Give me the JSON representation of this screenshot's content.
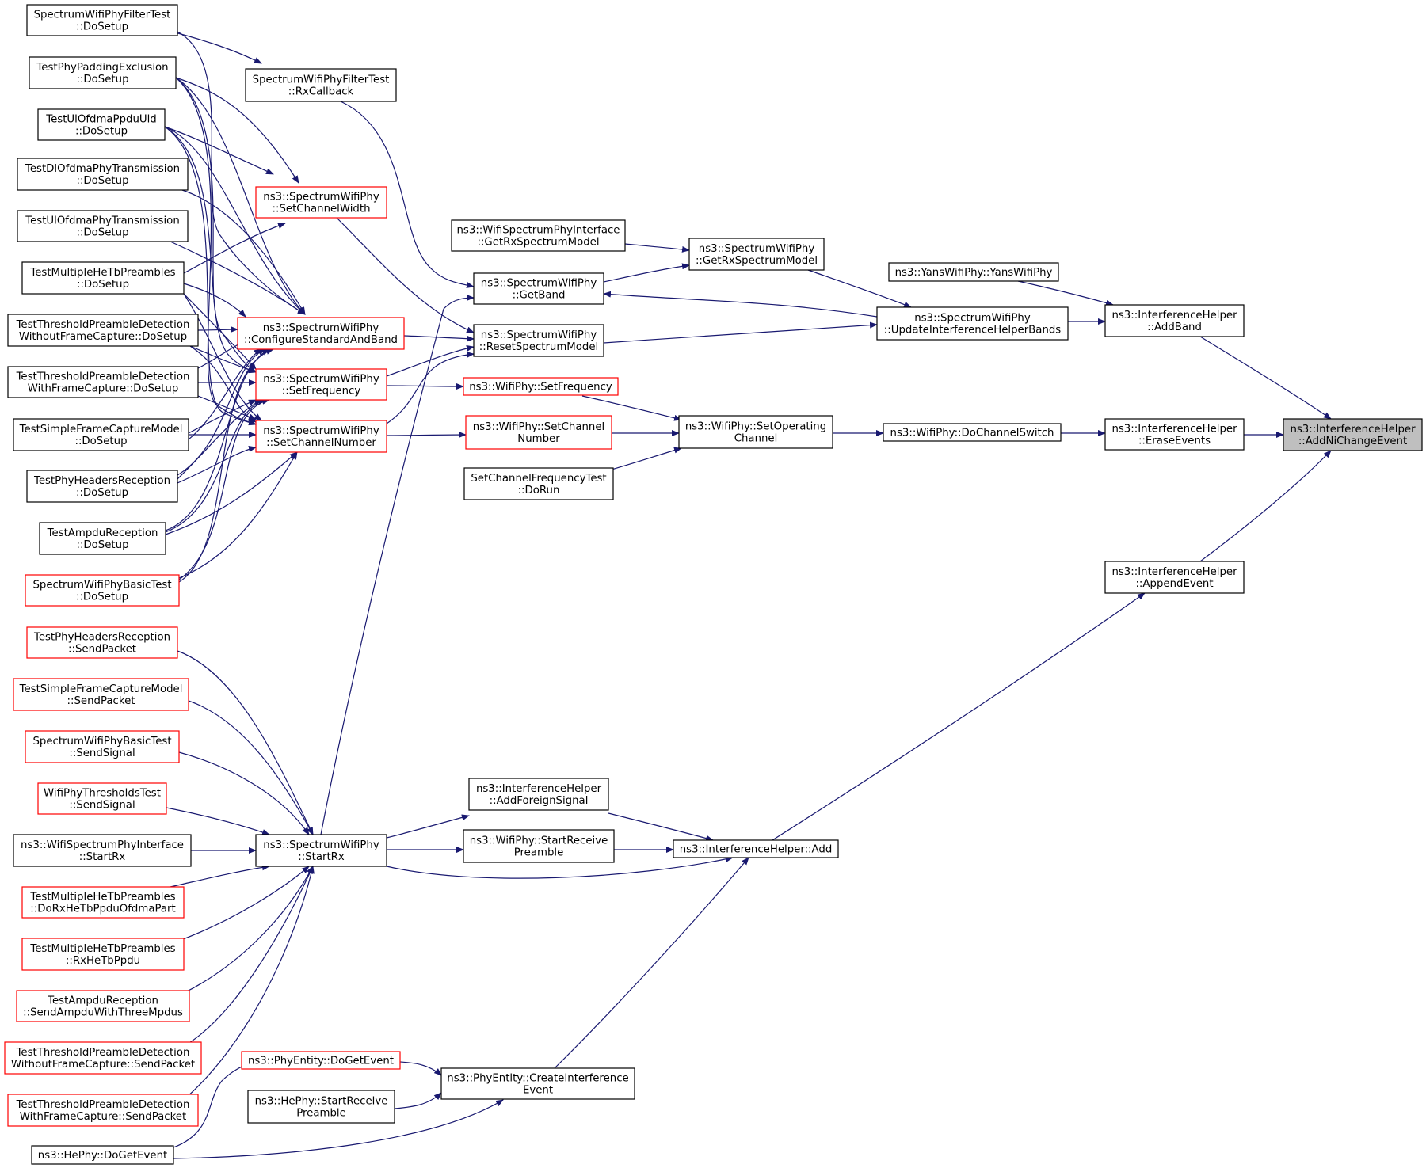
{
  "diagram": {
    "colors": {
      "background": "#ffffff",
      "edge": "#191970",
      "border_normal": "#000000",
      "border_truncated": "#ff0000",
      "highlight_fill": "#bfbfbf"
    },
    "nodes": [
      {
        "id": "n01",
        "lines": [
          "SpectrumWifiPhyFilterTest",
          "::DoSetup"
        ],
        "kind": "normal"
      },
      {
        "id": "n02",
        "lines": [
          "TestPhyPaddingExclusion",
          "::DoSetup"
        ],
        "kind": "normal"
      },
      {
        "id": "n03",
        "lines": [
          "TestUlOfdmaPpduUid",
          "::DoSetup"
        ],
        "kind": "normal"
      },
      {
        "id": "n04",
        "lines": [
          "TestDlOfdmaPhyTransmission",
          "::DoSetup"
        ],
        "kind": "normal"
      },
      {
        "id": "n05",
        "lines": [
          "TestUlOfdmaPhyTransmission",
          "::DoSetup"
        ],
        "kind": "normal"
      },
      {
        "id": "n06",
        "lines": [
          "TestMultipleHeTbPreambles",
          "::DoSetup"
        ],
        "kind": "normal"
      },
      {
        "id": "n07",
        "lines": [
          "TestThresholdPreambleDetection",
          "WithoutFrameCapture::DoSetup"
        ],
        "kind": "normal"
      },
      {
        "id": "n08",
        "lines": [
          "TestThresholdPreambleDetection",
          "WithFrameCapture::DoSetup"
        ],
        "kind": "normal"
      },
      {
        "id": "n09",
        "lines": [
          "TestSimpleFrameCaptureModel",
          "::DoSetup"
        ],
        "kind": "normal"
      },
      {
        "id": "n10",
        "lines": [
          "TestPhyHeadersReception",
          "::DoSetup"
        ],
        "kind": "normal"
      },
      {
        "id": "n11",
        "lines": [
          "TestAmpduReception",
          "::DoSetup"
        ],
        "kind": "normal"
      },
      {
        "id": "n12",
        "lines": [
          "SpectrumWifiPhyBasicTest",
          "::DoSetup"
        ],
        "kind": "truncated"
      },
      {
        "id": "n13",
        "lines": [
          "TestPhyHeadersReception",
          "::SendPacket"
        ],
        "kind": "truncated"
      },
      {
        "id": "n14",
        "lines": [
          "TestSimpleFrameCaptureModel",
          "::SendPacket"
        ],
        "kind": "truncated"
      },
      {
        "id": "n15",
        "lines": [
          "SpectrumWifiPhyBasicTest",
          "::SendSignal"
        ],
        "kind": "truncated"
      },
      {
        "id": "n16",
        "lines": [
          "WifiPhyThresholdsTest",
          "::SendSignal"
        ],
        "kind": "truncated"
      },
      {
        "id": "n17",
        "lines": [
          "ns3::WifiSpectrumPhyInterface",
          "::StartRx"
        ],
        "kind": "normal"
      },
      {
        "id": "n18",
        "lines": [
          "TestMultipleHeTbPreambles",
          "::DoRxHeTbPpduOfdmaPart"
        ],
        "kind": "truncated"
      },
      {
        "id": "n19",
        "lines": [
          "TestMultipleHeTbPreambles",
          "::RxHeTbPpdu"
        ],
        "kind": "truncated"
      },
      {
        "id": "n20",
        "lines": [
          "TestAmpduReception",
          "::SendAmpduWithThreeMpdus"
        ],
        "kind": "truncated"
      },
      {
        "id": "n21",
        "lines": [
          "TestThresholdPreambleDetection",
          "WithoutFrameCapture::SendPacket"
        ],
        "kind": "truncated"
      },
      {
        "id": "n22",
        "lines": [
          "TestThresholdPreambleDetection",
          "WithFrameCapture::SendPacket"
        ],
        "kind": "truncated"
      },
      {
        "id": "n23",
        "lines": [
          "ns3::HePhy::DoGetEvent"
        ],
        "kind": "normal"
      },
      {
        "id": "n24",
        "lines": [
          "SpectrumWifiPhyFilterTest",
          "::RxCallback"
        ],
        "kind": "normal"
      },
      {
        "id": "n25",
        "lines": [
          "ns3::SpectrumWifiPhy",
          "::SetChannelWidth"
        ],
        "kind": "truncated"
      },
      {
        "id": "n26",
        "lines": [
          "ns3::SpectrumWifiPhy",
          "::ConfigureStandardAndBand"
        ],
        "kind": "truncated"
      },
      {
        "id": "n27",
        "lines": [
          "ns3::SpectrumWifiPhy",
          "::SetFrequency"
        ],
        "kind": "truncated"
      },
      {
        "id": "n28",
        "lines": [
          "ns3::SpectrumWifiPhy",
          "::SetChannelNumber"
        ],
        "kind": "truncated"
      },
      {
        "id": "n29",
        "lines": [
          "ns3::SpectrumWifiPhy",
          "::StartRx"
        ],
        "kind": "normal"
      },
      {
        "id": "n30",
        "lines": [
          "ns3::PhyEntity::DoGetEvent"
        ],
        "kind": "truncated"
      },
      {
        "id": "n31",
        "lines": [
          "ns3::HePhy::StartReceive",
          "Preamble"
        ],
        "kind": "normal"
      },
      {
        "id": "n32",
        "lines": [
          "ns3::WifiSpectrumPhyInterface",
          "::GetRxSpectrumModel"
        ],
        "kind": "normal"
      },
      {
        "id": "n33",
        "lines": [
          "ns3::SpectrumWifiPhy",
          "::GetBand"
        ],
        "kind": "normal"
      },
      {
        "id": "n34",
        "lines": [
          "ns3::SpectrumWifiPhy",
          "::ResetSpectrumModel"
        ],
        "kind": "normal"
      },
      {
        "id": "n35",
        "lines": [
          "ns3::WifiPhy::SetFrequency"
        ],
        "kind": "truncated"
      },
      {
        "id": "n36",
        "lines": [
          "ns3::WifiPhy::SetChannel",
          "Number"
        ],
        "kind": "truncated"
      },
      {
        "id": "n37",
        "lines": [
          "SetChannelFrequencyTest",
          "::DoRun"
        ],
        "kind": "normal"
      },
      {
        "id": "n38",
        "lines": [
          "ns3::InterferenceHelper",
          "::AddForeignSignal"
        ],
        "kind": "normal"
      },
      {
        "id": "n39",
        "lines": [
          "ns3::WifiPhy::StartReceive",
          "Preamble"
        ],
        "kind": "normal"
      },
      {
        "id": "n40",
        "lines": [
          "ns3::PhyEntity::CreateInterference",
          "Event"
        ],
        "kind": "normal"
      },
      {
        "id": "n41",
        "lines": [
          "ns3::SpectrumWifiPhy",
          "::GetRxSpectrumModel"
        ],
        "kind": "normal"
      },
      {
        "id": "n42",
        "lines": [
          "ns3::WifiPhy::SetOperating",
          "Channel"
        ],
        "kind": "normal"
      },
      {
        "id": "n43",
        "lines": [
          "ns3::InterferenceHelper::Add"
        ],
        "kind": "normal"
      },
      {
        "id": "n44",
        "lines": [
          "ns3::YansWifiPhy::YansWifiPhy"
        ],
        "kind": "normal"
      },
      {
        "id": "n45",
        "lines": [
          "ns3::SpectrumWifiPhy",
          "::UpdateInterferenceHelperBands"
        ],
        "kind": "normal"
      },
      {
        "id": "n46",
        "lines": [
          "ns3::WifiPhy::DoChannelSwitch"
        ],
        "kind": "normal"
      },
      {
        "id": "n47",
        "lines": [
          "ns3::InterferenceHelper",
          "::AddBand"
        ],
        "kind": "normal"
      },
      {
        "id": "n48",
        "lines": [
          "ns3::InterferenceHelper",
          "::EraseEvents"
        ],
        "kind": "normal"
      },
      {
        "id": "n49",
        "lines": [
          "ns3::InterferenceHelper",
          "::AppendEvent"
        ],
        "kind": "normal"
      },
      {
        "id": "n50",
        "lines": [
          "ns3::InterferenceHelper",
          "::AddNiChangeEvent"
        ],
        "kind": "highlighted"
      }
    ],
    "edges": [
      [
        "n01",
        "n24"
      ],
      [
        "n01",
        "n26"
      ],
      [
        "n02",
        "n25"
      ],
      [
        "n02",
        "n26"
      ],
      [
        "n02",
        "n27"
      ],
      [
        "n02",
        "n28"
      ],
      [
        "n03",
        "n25"
      ],
      [
        "n03",
        "n26"
      ],
      [
        "n03",
        "n27"
      ],
      [
        "n03",
        "n28"
      ],
      [
        "n04",
        "n26"
      ],
      [
        "n05",
        "n26"
      ],
      [
        "n06",
        "n25"
      ],
      [
        "n06",
        "n26"
      ],
      [
        "n06",
        "n27"
      ],
      [
        "n06",
        "n28"
      ],
      [
        "n07",
        "n26"
      ],
      [
        "n07",
        "n27"
      ],
      [
        "n07",
        "n28"
      ],
      [
        "n08",
        "n26"
      ],
      [
        "n08",
        "n27"
      ],
      [
        "n08",
        "n28"
      ],
      [
        "n09",
        "n26"
      ],
      [
        "n09",
        "n27"
      ],
      [
        "n09",
        "n28"
      ],
      [
        "n10",
        "n26"
      ],
      [
        "n10",
        "n27"
      ],
      [
        "n10",
        "n28"
      ],
      [
        "n11",
        "n26"
      ],
      [
        "n11",
        "n27"
      ],
      [
        "n11",
        "n28"
      ],
      [
        "n12",
        "n26"
      ],
      [
        "n12",
        "n27"
      ],
      [
        "n12",
        "n28"
      ],
      [
        "n13",
        "n29"
      ],
      [
        "n14",
        "n29"
      ],
      [
        "n15",
        "n29"
      ],
      [
        "n16",
        "n29"
      ],
      [
        "n17",
        "n29"
      ],
      [
        "n18",
        "n29"
      ],
      [
        "n19",
        "n29"
      ],
      [
        "n20",
        "n29"
      ],
      [
        "n21",
        "n29"
      ],
      [
        "n22",
        "n29"
      ],
      [
        "n23",
        "n30"
      ],
      [
        "n23",
        "n40"
      ],
      [
        "n24",
        "n33"
      ],
      [
        "n25",
        "n34"
      ],
      [
        "n26",
        "n34"
      ],
      [
        "n27",
        "n34"
      ],
      [
        "n27",
        "n35"
      ],
      [
        "n28",
        "n34"
      ],
      [
        "n28",
        "n36"
      ],
      [
        "n29",
        "n33"
      ],
      [
        "n29",
        "n38"
      ],
      [
        "n29",
        "n39"
      ],
      [
        "n29",
        "n43"
      ],
      [
        "n30",
        "n40"
      ],
      [
        "n31",
        "n40"
      ],
      [
        "n32",
        "n41"
      ],
      [
        "n33",
        "n41"
      ],
      [
        "n45",
        "n33"
      ],
      [
        "n34",
        "n45"
      ],
      [
        "n35",
        "n42"
      ],
      [
        "n36",
        "n42"
      ],
      [
        "n37",
        "n42"
      ],
      [
        "n38",
        "n43"
      ],
      [
        "n39",
        "n43"
      ],
      [
        "n40",
        "n43"
      ],
      [
        "n41",
        "n45"
      ],
      [
        "n42",
        "n46"
      ],
      [
        "n43",
        "n49"
      ],
      [
        "n44",
        "n47"
      ],
      [
        "n45",
        "n47"
      ],
      [
        "n46",
        "n48"
      ],
      [
        "n47",
        "n50"
      ],
      [
        "n48",
        "n50"
      ],
      [
        "n49",
        "n50"
      ]
    ]
  }
}
